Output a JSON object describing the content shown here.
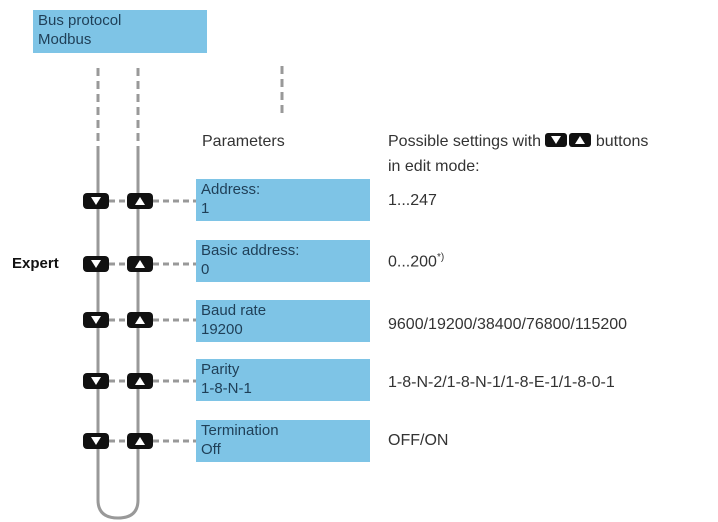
{
  "header": {
    "title": "Bus protocol",
    "value": "Modbus"
  },
  "columns": {
    "parameters": "Parameters",
    "settings_line1": "Possible settings with",
    "settings_line1_tail": "buttons",
    "settings_line2": "in edit mode:"
  },
  "expert_label": "Expert",
  "rows": [
    {
      "name": "Address:",
      "value": "1",
      "settings": "1...247",
      "note": ""
    },
    {
      "name": "Basic address:",
      "value": "0",
      "settings": "0...200",
      "note": "*)"
    },
    {
      "name": "Baud rate",
      "value": "19200",
      "settings": "9600/19200/38400/76800/115200",
      "note": ""
    },
    {
      "name": "Parity",
      "value": "1-8-N-1",
      "settings": "1-8-N-2/1-8-N-1/1-8-E-1/1-8-0-1",
      "note": ""
    },
    {
      "name": "Termination",
      "value": "Off",
      "settings": "OFF/ON",
      "note": ""
    }
  ],
  "icons": {
    "down": "down-arrow-button-icon",
    "up": "up-arrow-button-icon"
  },
  "colors": {
    "box": "#7ec4e6",
    "line": "#999999",
    "button": "#111111"
  }
}
